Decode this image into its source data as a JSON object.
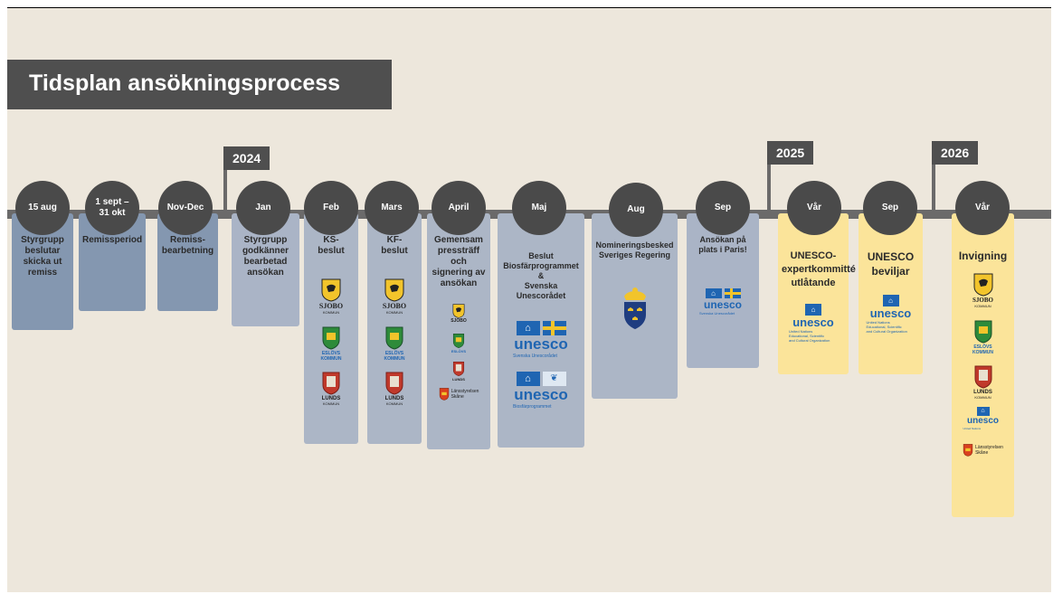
{
  "title": "Tidsplan ansökningsprocess",
  "years": [
    "2024",
    "2025",
    "2026"
  ],
  "steps": [
    {
      "date": "15 aug",
      "text": "Styrgrupp beslutar skicka ut remiss"
    },
    {
      "date": "1 sept –\n31 okt",
      "text": "Remissperiod"
    },
    {
      "date": "Nov-Dec",
      "text": "Remiss-\nbearbetning"
    },
    {
      "date": "Jan",
      "text": "Styrgrupp godkänner bearbetad ansökan"
    },
    {
      "date": "Feb",
      "text": "KS-\nbeslut"
    },
    {
      "date": "Mars",
      "text": "KF-\nbeslut"
    },
    {
      "date": "April",
      "text": "Gemensam pressträff och signering av ansökan"
    },
    {
      "date": "Maj",
      "text": "Beslut\nBiosfärprogrammet\n&\nSvenska\nUnescorådet"
    },
    {
      "date": "Aug",
      "text": "Nomineringsbesked Sveriges Regering"
    },
    {
      "date": "Sep",
      "text": "Ansökan på plats i Paris!"
    },
    {
      "date": "Vår",
      "text": "UNESCO-\nexpertkommitté\nutlåtande"
    },
    {
      "date": "Sep",
      "text": "UNESCO\nbeviljar"
    },
    {
      "date": "Vår",
      "text": "Invigning"
    }
  ],
  "logos": {
    "sjobo": "SJOBO",
    "kommun": "KOMMUN",
    "eslovs": "ESLÖVS",
    "lunds": "LUNDS",
    "lansstyrelsen": "Länsstyrelsen",
    "skane": "Skåne",
    "unesco": "unesco",
    "svenska_unescoradet": "Svenska Unescorådet",
    "biosfarprogrammet": "Biosfärprogrammet",
    "svenska_unescoradet_small": "Svenska Unescorådet",
    "un_line1": "United Nations",
    "un_line2": "Educational, Scientific",
    "un_line3": "and Cultural Organization"
  },
  "colors": {
    "node": "#4a4a4a",
    "timeline": "#6b6a6a",
    "background": "#ede7dc",
    "unesco_blue": "#1f65b2",
    "card_blue": "#8497b0",
    "card_yellow": "#fbe49a"
  }
}
